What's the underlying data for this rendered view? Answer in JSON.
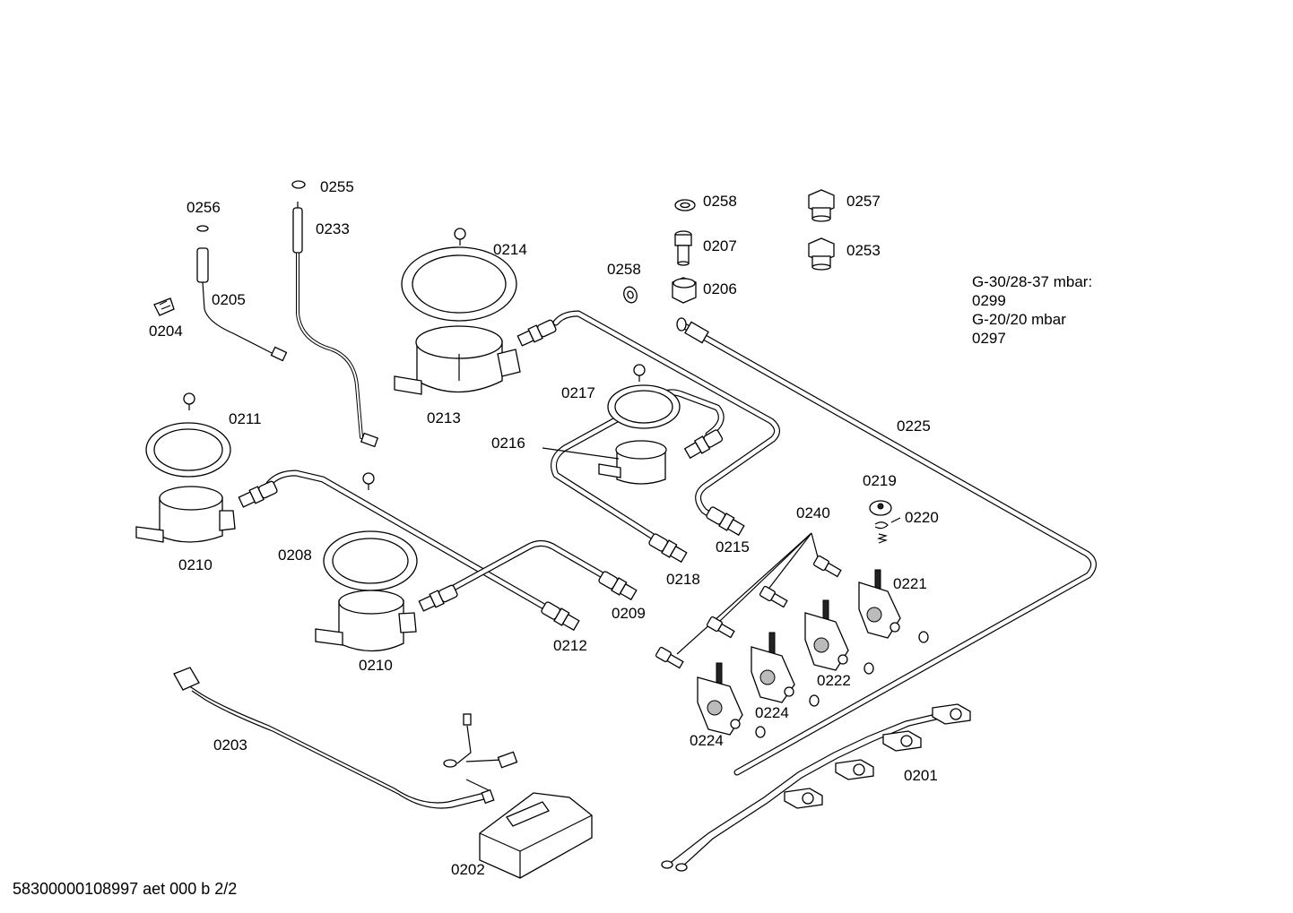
{
  "labels": {
    "p0255": "0255",
    "p0256": "0256",
    "p0233": "0233",
    "p0205": "0205",
    "p0204": "0204",
    "p0214": "0214",
    "p0213": "0213",
    "p0211": "0211",
    "p0210a": "0210",
    "p0210b": "0210",
    "p0208": "0208",
    "p0212": "0212",
    "p0209": "0209",
    "p0258a": "0258",
    "p0258b": "0258",
    "p0207": "0207",
    "p0206": "0206",
    "p0257": "0257",
    "p0253": "0253",
    "p0217": "0217",
    "p0216": "0216",
    "p0215": "0215",
    "p0218": "0218",
    "p0225": "0225",
    "p0219": "0219",
    "p0220": "0220",
    "p0240": "0240",
    "p0221": "0221",
    "p0222": "0222",
    "p0224a": "0224",
    "p0224b": "0224",
    "p0203": "0203",
    "p0202": "0202",
    "p0201": "0201"
  },
  "gas_note": {
    "line1": "G-30/28-37 mbar:",
    "line2": "0299",
    "line3": "G-20/20 mbar",
    "line4": "0297"
  },
  "footer": "58300000108997 aet 000 b 2/2"
}
